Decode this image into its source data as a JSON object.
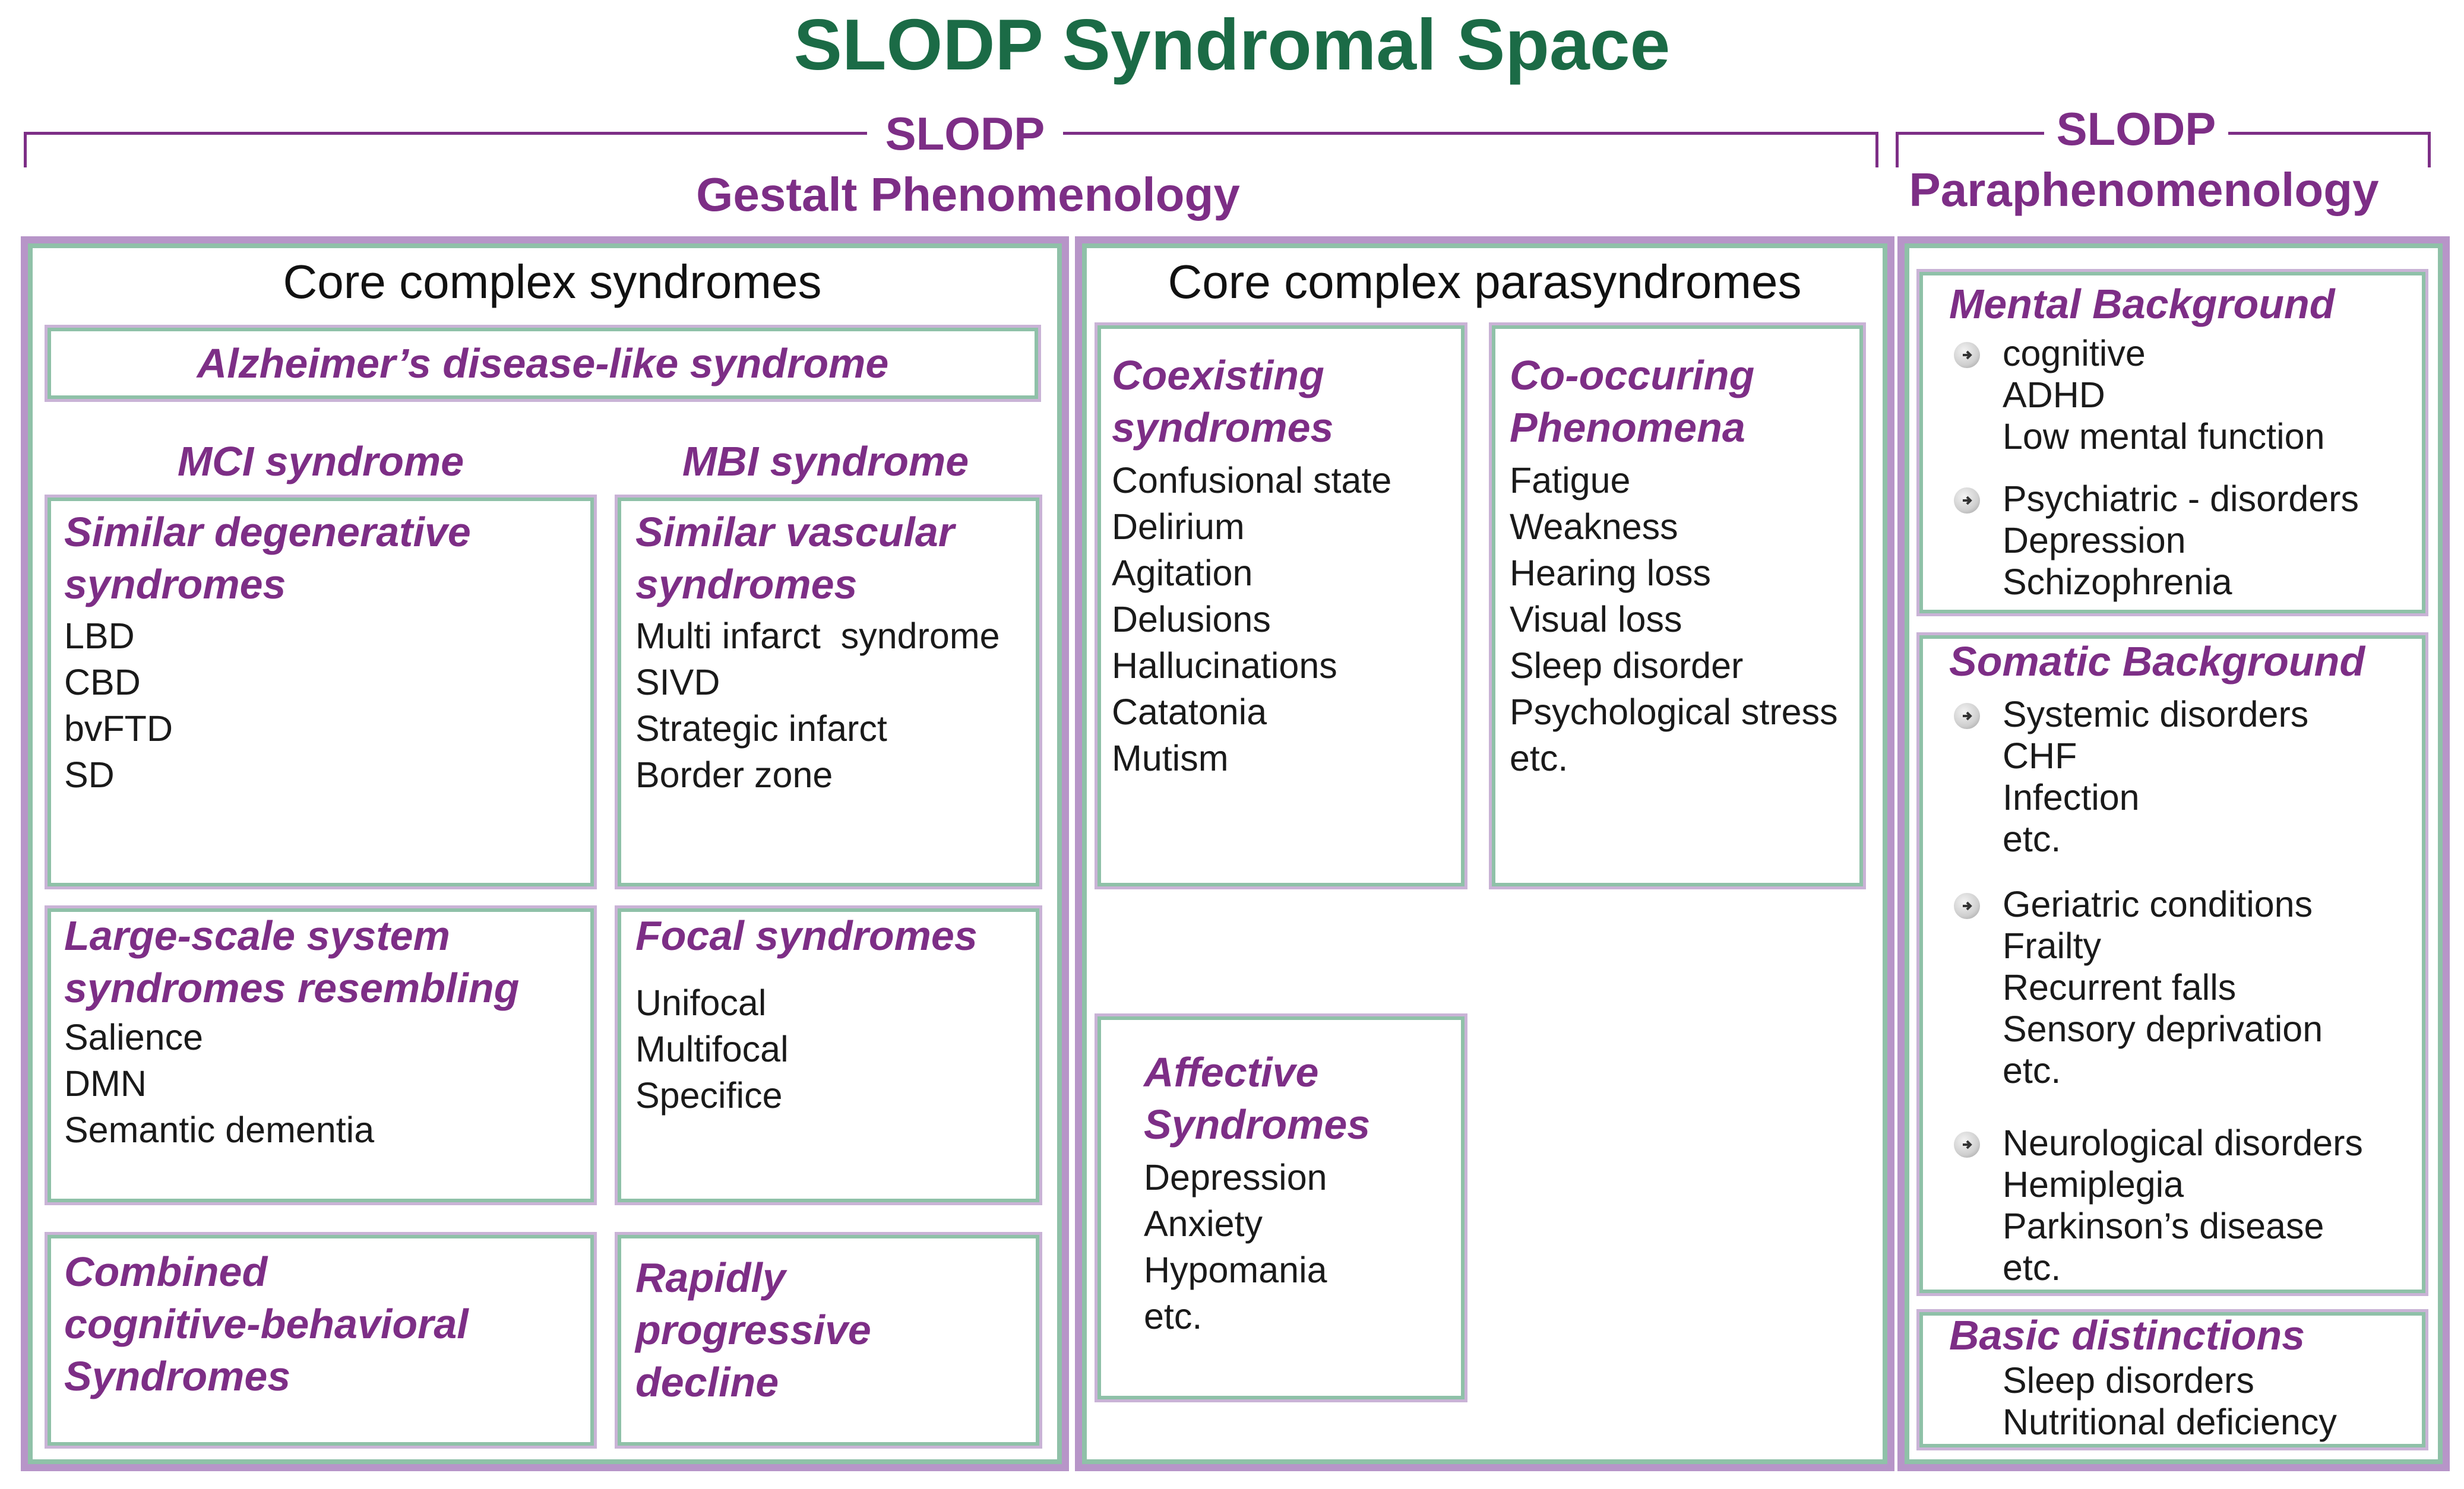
{
  "title": "SLODP Syndromal Space",
  "sections": {
    "gestalt": {
      "label1": "SLODP",
      "label2": "Gestalt Phenomenology"
    },
    "para": {
      "label1": "SLODP",
      "label2": "Paraphenomenology"
    }
  },
  "core_syndromes": {
    "heading": "Core complex syndromes",
    "alzheimer": "Alzheimer’s disease-like syndrome",
    "mci": "MCI syndrome",
    "mbi": "MBI syndrome",
    "boxes": [
      {
        "title": [
          "Similar degenerative",
          "syndromes"
        ],
        "items": [
          "LBD",
          "CBD",
          "bvFTD",
          "SD"
        ]
      },
      {
        "title": [
          "Similar vascular",
          "syndromes"
        ],
        "items": [
          "Multi infarct  syndrome",
          "SIVD",
          "Strategic infarct",
          "Border zone"
        ]
      },
      {
        "title": [
          "Large-scale system",
          "syndromes resembling"
        ],
        "items": [
          "Salience",
          "DMN",
          "Semantic dementia"
        ]
      },
      {
        "title": [
          "Focal syndromes"
        ],
        "items": [
          "Unifocal",
          "Multifocal",
          "Specifice"
        ]
      },
      {
        "title": [
          "Combined",
          "cognitive-behavioral",
          "Syndromes"
        ],
        "items": []
      },
      {
        "title": [
          "Rapidly",
          "progressive",
          "decline"
        ],
        "items": []
      }
    ]
  },
  "parasyndromes": {
    "heading": "Core complex parasyndromes",
    "boxes": [
      {
        "title": [
          "Coexisting",
          "syndromes"
        ],
        "items": [
          "Confusional state",
          "Delirium",
          "Agitation",
          "Delusions",
          "Hallucinations",
          "Catatonia",
          "Mutism"
        ]
      },
      {
        "title": [
          "Co-occuring",
          "Phenomena"
        ],
        "items": [
          "Fatigue",
          "Weakness",
          "Hearing loss",
          "Visual loss",
          "Sleep disorder",
          "Psychological stress",
          "etc."
        ]
      },
      {
        "title": [
          "Affective",
          "Syndromes"
        ],
        "items": [
          "Depression",
          "Anxiety",
          "Hypomania",
          "etc."
        ]
      }
    ]
  },
  "para_panel": {
    "mental": {
      "title": "Mental Background",
      "groups": [
        {
          "lines": [
            "cognitive",
            "ADHD",
            "Low mental function"
          ]
        },
        {
          "lines": [
            "Psychiatric - disorders",
            "Depression",
            "Schizophrenia"
          ]
        }
      ]
    },
    "somatic": {
      "title": "Somatic Background",
      "groups": [
        {
          "lines": [
            "Systemic disorders",
            "CHF",
            "Infection",
            "etc."
          ]
        },
        {
          "lines": [
            "Geriatric conditions",
            "Frailty",
            "Recurrent falls",
            "Sensory deprivation",
            "etc."
          ]
        },
        {
          "lines": [
            "Neurological disorders",
            "Hemiplegia",
            "Parkinson’s disease",
            "etc."
          ]
        }
      ]
    },
    "basic": {
      "title": "Basic distinctions",
      "lines": [
        "Sleep disorders",
        "Nutritional deficiency"
      ]
    }
  },
  "colors": {
    "title": "#1b6b46",
    "accent": "#7d2e86",
    "green_border": "#8fc1a8",
    "purple_border": "#b795c8"
  },
  "icons": {
    "bullet": "arrow-circle-icon"
  }
}
